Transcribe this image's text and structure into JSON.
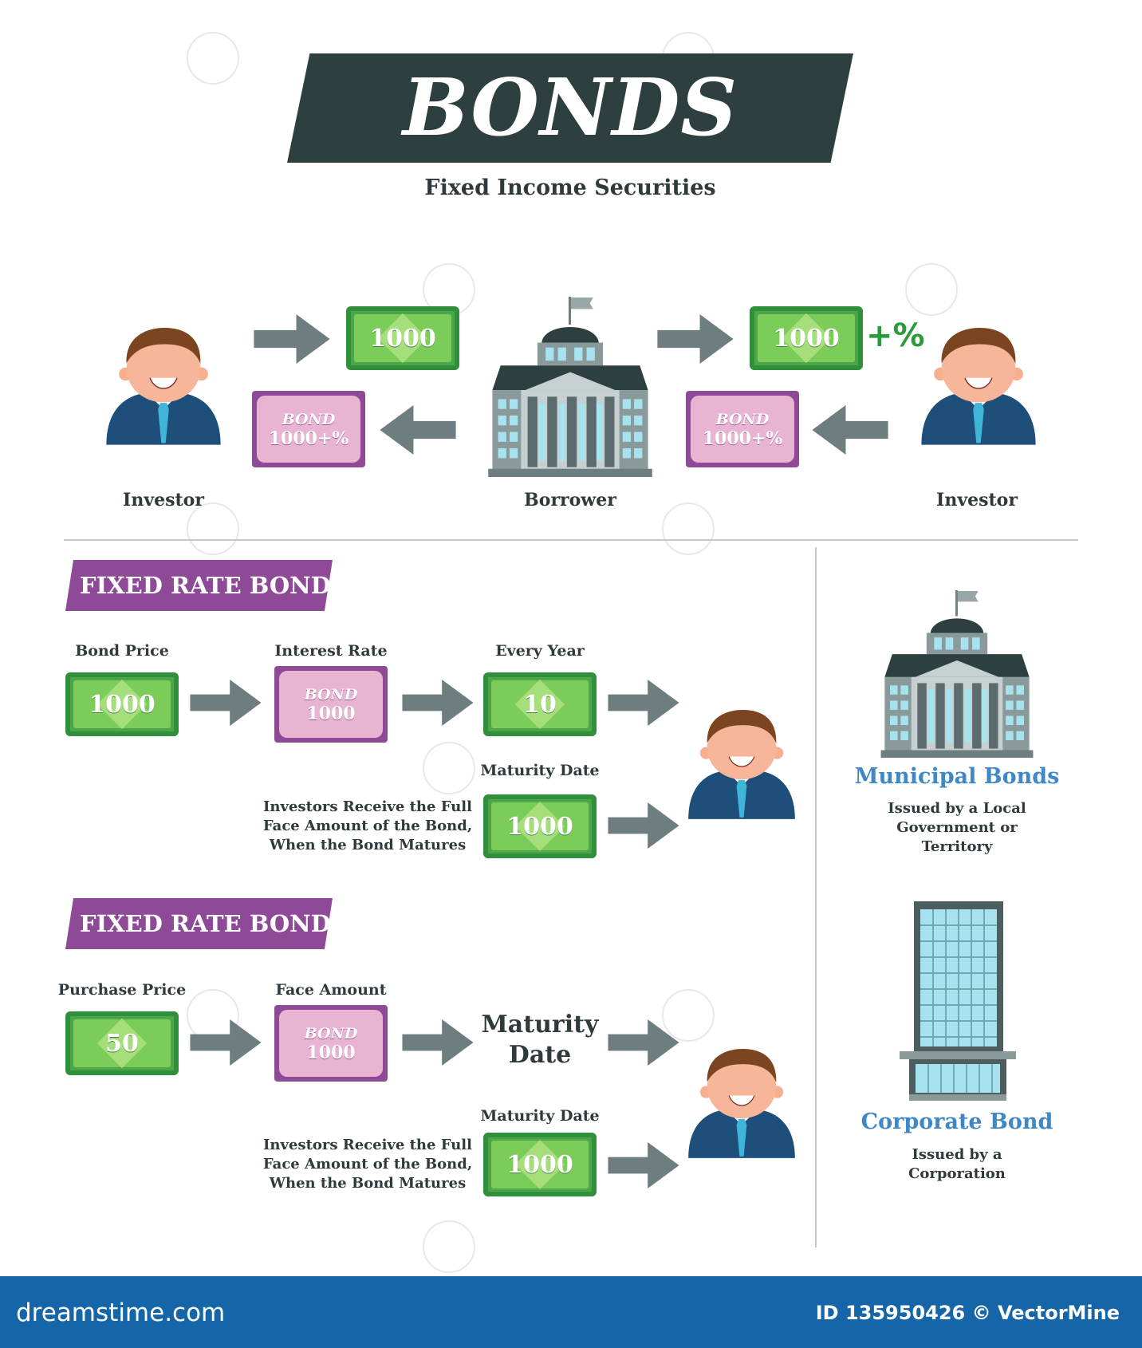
{
  "title": "BONDS",
  "subtitle": "Fixed Income Securities",
  "top_flow": {
    "investor_left_label": "Investor",
    "borrower_label": "Borrower",
    "investor_right_label": "Investor",
    "bill_left": "1000",
    "bill_right": "1000",
    "plus_percent": "+%",
    "bond_left": {
      "line1": "BOND",
      "line2": "1000+%"
    },
    "bond_right": {
      "line1": "BOND",
      "line2": "1000+%"
    }
  },
  "section1": {
    "banner": "FIXED RATE BOND",
    "bond_price_label": "Bond Price",
    "bond_price_value": "1000",
    "interest_rate_label": "Interest Rate",
    "interest_bond": {
      "line1": "BOND",
      "line2": "1000"
    },
    "every_year_label": "Every Year",
    "every_year_value": "10",
    "maturity_date_label": "Maturity Date",
    "maturity_value": "1000",
    "note": [
      "Investors Receive the Full",
      "Face Amount of the Bond,",
      "When the Bond Matures"
    ]
  },
  "section2": {
    "banner": "FIXED RATE BOND",
    "purchase_price_label": "Purchase Price",
    "purchase_price_value": "50",
    "face_amount_label": "Face Amount",
    "face_bond": {
      "line1": "BOND",
      "line2": "1000"
    },
    "maturity_big": [
      "Maturity",
      "Date"
    ],
    "maturity_date_label": "Maturity Date",
    "maturity_value": "1000",
    "note": [
      "Investors Receive the Full",
      "Face Amount of the Bond,",
      "When the Bond Matures"
    ]
  },
  "side": {
    "municipal_title": "Municipal Bonds",
    "municipal_desc": [
      "Issued by a Local",
      "Government or",
      "Territory"
    ],
    "corporate_title": "Corporate Bond",
    "corporate_desc": [
      "Issued by a",
      "Corporation"
    ]
  },
  "footer": {
    "site": "dreamstime.com",
    "id_text": "ID 135950426 © VectorMine"
  },
  "colors": {
    "banner_dark": "#2e3f40",
    "purple": "#8e4a96",
    "pink": "#e8b4d2",
    "green": "#4ea64a",
    "blue_title": "#3f88c5",
    "footer_blue": "#1466a8",
    "arrow_gray": "#6d7d80"
  }
}
